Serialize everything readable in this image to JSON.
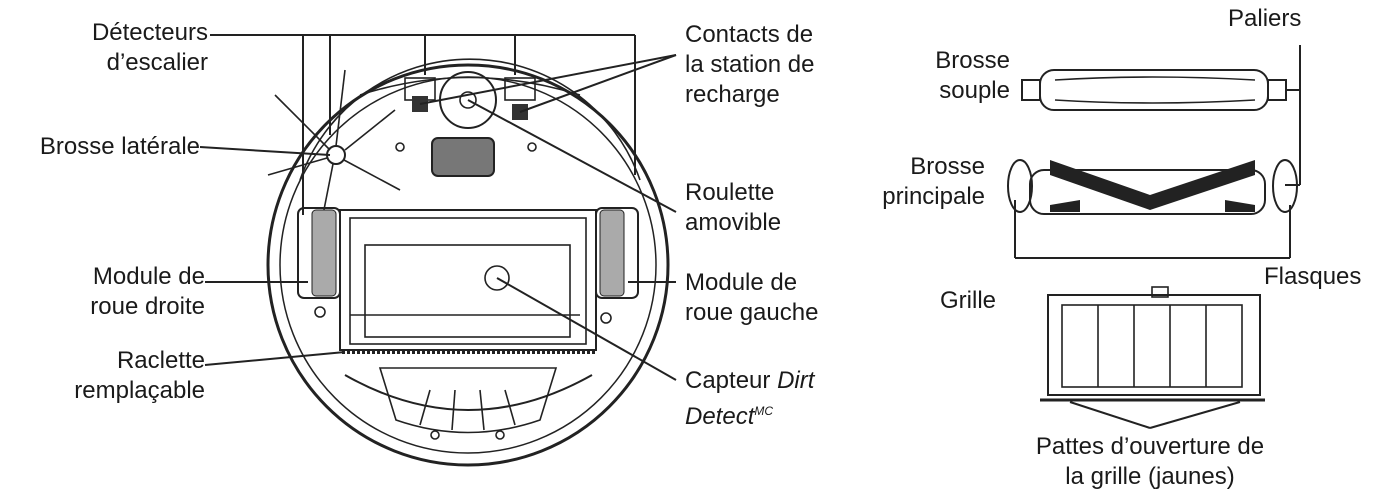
{
  "labels": {
    "detecteurs": [
      "Détecteurs",
      "d’escalier"
    ],
    "brosse_laterale": "Brosse latérale",
    "module_droite": [
      "Module de",
      "roue droite"
    ],
    "raclette": [
      "Raclette",
      "remplaçable"
    ],
    "contacts": [
      "Contacts de",
      "la station de",
      "recharge"
    ],
    "roulette": [
      "Roulette",
      "amovible"
    ],
    "module_gauche": [
      "Module de",
      "roue gauche"
    ],
    "capteur_prefix": "Capteur ",
    "capteur_italic1": "Dirt",
    "capteur_italic2": "Detect",
    "capteur_sup": "MC",
    "paliers": "Paliers",
    "brosse_souple": [
      "Brosse",
      "souple"
    ],
    "brosse_principale": [
      "Brosse",
      "principale"
    ],
    "flasques": "Flasques",
    "grille": "Grille",
    "pattes": [
      "Pattes d’ouverture de",
      "la grille (jaunes)"
    ]
  }
}
